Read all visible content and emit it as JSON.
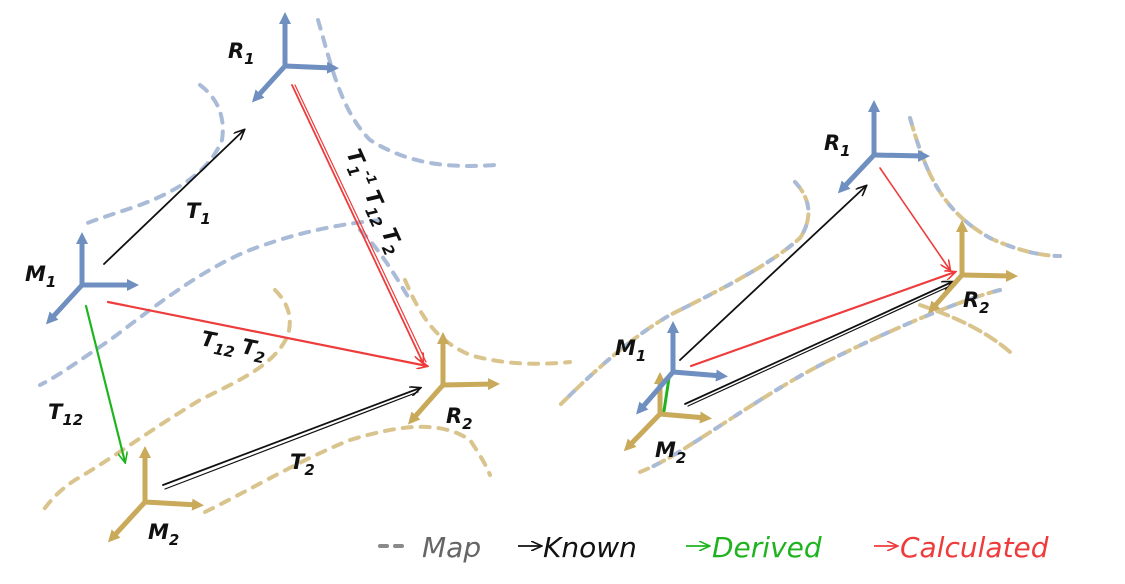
{
  "colors": {
    "map_blue": "#a9bbd6",
    "map_gold": "#d9c48e",
    "frame_blue": "#6e8fbf",
    "frame_gold": "#c9a95a",
    "known": "#111111",
    "derived": "#1fb41f",
    "calculated": "#ee3b3b",
    "legend_gray": "#666666"
  },
  "left": {
    "frames": {
      "R1": {
        "base": "R",
        "sub": "1"
      },
      "M1": {
        "base": "M",
        "sub": "1"
      },
      "M2": {
        "base": "M",
        "sub": "2"
      },
      "R2": {
        "base": "R",
        "sub": "2"
      }
    },
    "transforms": {
      "T1": {
        "base": "T",
        "sub": "1"
      },
      "T12": {
        "base": "T",
        "sub": "12"
      },
      "T2": {
        "base": "T",
        "sub": "2"
      },
      "T12T2": {
        "a": "T",
        "a_sub": "12",
        "b": "T",
        "b_sub": "2"
      },
      "T1invT12T2": {
        "a": "T",
        "a_sub": "1",
        "a_sup": "-1",
        "b": "T",
        "b_sub": "12",
        "c": "T",
        "c_sub": "2"
      }
    }
  },
  "right": {
    "frames": {
      "R1": {
        "base": "R",
        "sub": "1"
      },
      "M1": {
        "base": "M",
        "sub": "1"
      },
      "M2": {
        "base": "M",
        "sub": "2"
      },
      "R2": {
        "base": "R",
        "sub": "2"
      }
    }
  },
  "legend": {
    "map": "Map",
    "known": "Known",
    "derived": "Derived",
    "calculated": "Calculated"
  }
}
